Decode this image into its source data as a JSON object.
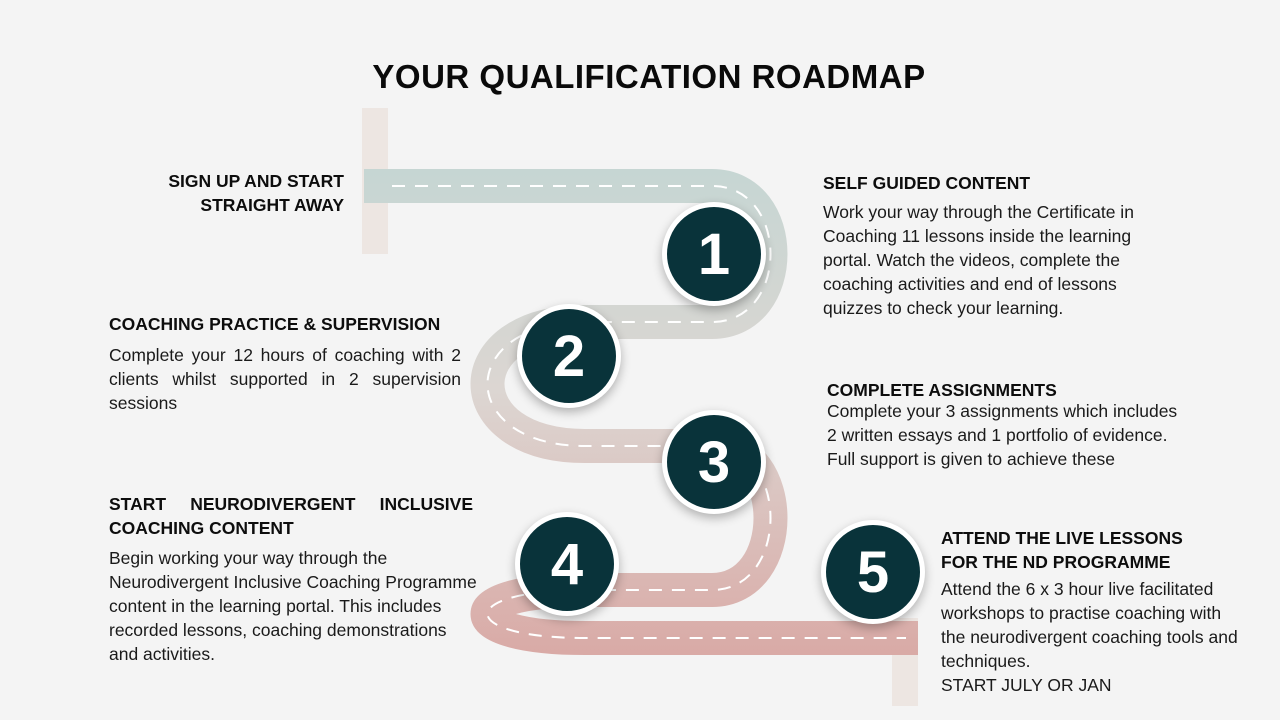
{
  "title": "YOUR QUALIFICATION ROADMAP",
  "road_colors": {
    "start": "#c6d6d3",
    "end": "#d9a9a5",
    "border_post": "#ede6e2",
    "dash": "#ffffff"
  },
  "badge_color": "#09333a",
  "start": {
    "heading": "SIGN UP AND START STRAIGHT AWAY"
  },
  "steps": [
    {
      "number": "1",
      "heading": "SELF GUIDED CONTENT",
      "text": "Work your way through the Certificate in Coaching 11 lessons inside the learning portal. Watch the videos, complete the coaching activities and end of lessons quizzes to check your learning."
    },
    {
      "number": "2",
      "heading": "COACHING PRACTICE & SUPERVISION",
      "text": "Complete your 12 hours of coaching with 2 clients whilst supported in 2 supervision sessions"
    },
    {
      "number": "3",
      "heading": "COMPLETE ASSIGNMENTS",
      "text": "Complete your 3 assignments which includes 2 written essays and 1 portfolio of evidence. Full support is given to achieve these"
    },
    {
      "number": "4",
      "heading": "START NEURODIVERGENT INCLUSIVE COACHING CONTENT",
      "text": "Begin working your way through the Neurodivergent Inclusive Coaching Programme content in the learning portal. This includes recorded lessons, coaching demonstrations and activities."
    },
    {
      "number": "5",
      "heading": "ATTEND THE LIVE LESSONS FOR THE ND PROGRAMME",
      "text": "Attend the 6 x 3 hour live facilitated workshops to practise coaching with the neurodivergent coaching tools and techniques.",
      "note": "START JULY OR JAN"
    }
  ]
}
